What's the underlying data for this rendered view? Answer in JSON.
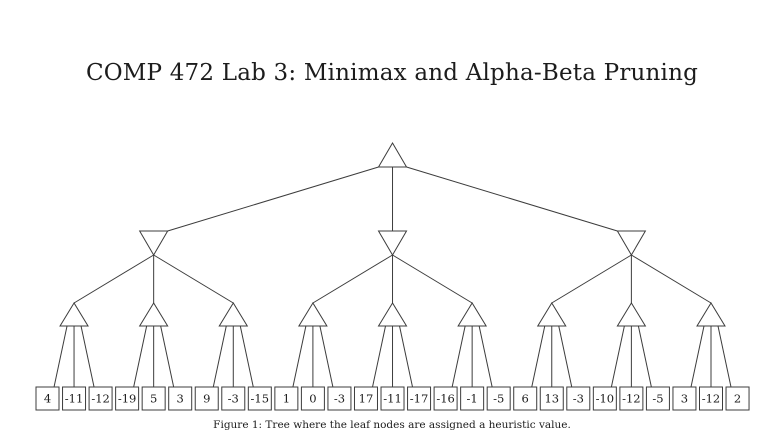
{
  "document": {
    "title": "COMP 472 Lab 3: Minimax and Alpha-Beta Pruning",
    "figure_caption": "Figure 1: Tree where the leaf nodes are assigned a heuristic value."
  },
  "chart_data": {
    "type": "tree",
    "title": "Minimax game tree with heuristic leaf values",
    "branching_factor": 3,
    "levels": [
      {
        "name": "root",
        "shape": "triangle-up",
        "role": "MAX",
        "count": 1
      },
      {
        "name": "level-2",
        "shape": "triangle-down",
        "role": "MIN",
        "count": 3
      },
      {
        "name": "level-3",
        "shape": "triangle-up",
        "role": "MAX",
        "count": 9
      },
      {
        "name": "leaves",
        "shape": "square-box",
        "role": "heuristic-value",
        "count": 27
      }
    ],
    "leaf_values": [
      4,
      -11,
      -12,
      -19,
      5,
      3,
      9,
      -3,
      -15,
      1,
      0,
      -3,
      17,
      -11,
      -17,
      -16,
      -1,
      -5,
      6,
      13,
      -3,
      -10,
      -12,
      -5,
      3,
      -12,
      2
    ],
    "colors": {
      "line": "#3c3c3c",
      "node_fill": "#ffffff",
      "text": "#1c1c1c",
      "background": "#ffffff"
    }
  }
}
